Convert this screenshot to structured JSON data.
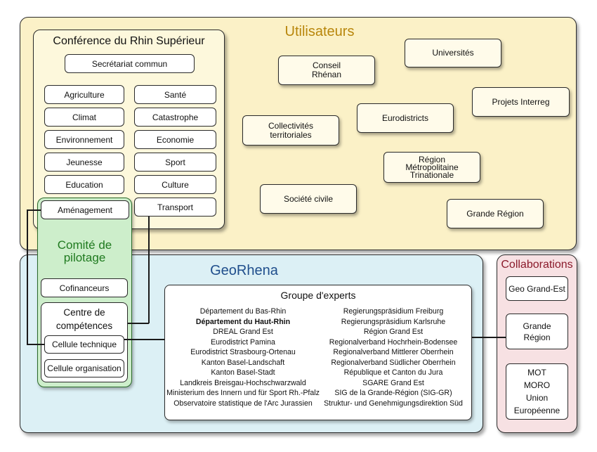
{
  "utilisateurs": {
    "title": "Utilisateurs",
    "items": [
      "Conseil\nRhénan",
      "Universités",
      "Projets Interreg",
      "Eurodistricts",
      "Collectivités\nterritoriales",
      "Région\nMétropolitaine\nTrinationale",
      "Société civile",
      "Grande Région"
    ]
  },
  "crs": {
    "title": "Conférence du Rhin Supérieur",
    "secretariat": "Secrétariat commun",
    "left": [
      "Agriculture",
      "Climat",
      "Environnement",
      "Jeunesse",
      "Education",
      "Aménagement"
    ],
    "right": [
      "Santé",
      "Catastrophe",
      "Economie",
      "Sport",
      "Culture",
      "Transport"
    ]
  },
  "comite": {
    "title": "Comité de\npilotage",
    "cofinanceurs": "Cofinanceurs",
    "centre": "Centre de\ncompétences",
    "cellule_technique": "Cellule technique",
    "cellule_organisation": "Cellule organisation"
  },
  "georhena": {
    "title": "GeoRhena"
  },
  "experts": {
    "title": "Groupe d'experts",
    "left": [
      "Département du Bas-Rhin",
      "Département du Haut-Rhin",
      "DREAL Grand Est",
      "Eurodistrict Pamina",
      "Eurodistrict Strasbourg-Ortenau",
      "Kanton Basel-Landschaft",
      "Kanton Basel-Stadt",
      "Landkreis Breisgau-Hochschwarzwald",
      "Ministerium des Innern und für Sport Rh.-Pfalz",
      "Observatoire statistique de l'Arc Jurassien"
    ],
    "right": [
      "Regierungspräsidium Freiburg",
      "Regierungspräsidium Karlsruhe",
      "Région  Grand Est",
      "Regionalverband Hochrhein-Bodensee",
      "Regionalverband Mittlerer Oberrhein",
      "Regionalverband Südlicher Oberrhein",
      "République et Canton du Jura",
      "SGARE  Grand Est",
      "SIG de la Grande-Région (SIG-GR)",
      "Struktur- und Genehmigungsdirektion Süd"
    ]
  },
  "collaborations": {
    "title": "Collaborations",
    "items": [
      "Geo Grand-Est",
      "Grande\nRégion",
      "MOT\nMORO\nUnion\nEuropéenne"
    ]
  },
  "colors": {
    "utilisateurs_title": "#b8860b",
    "georhena_title": "#1f4e8c",
    "collab_title": "#8b1a2b",
    "comite_title": "#1f7a1f"
  }
}
